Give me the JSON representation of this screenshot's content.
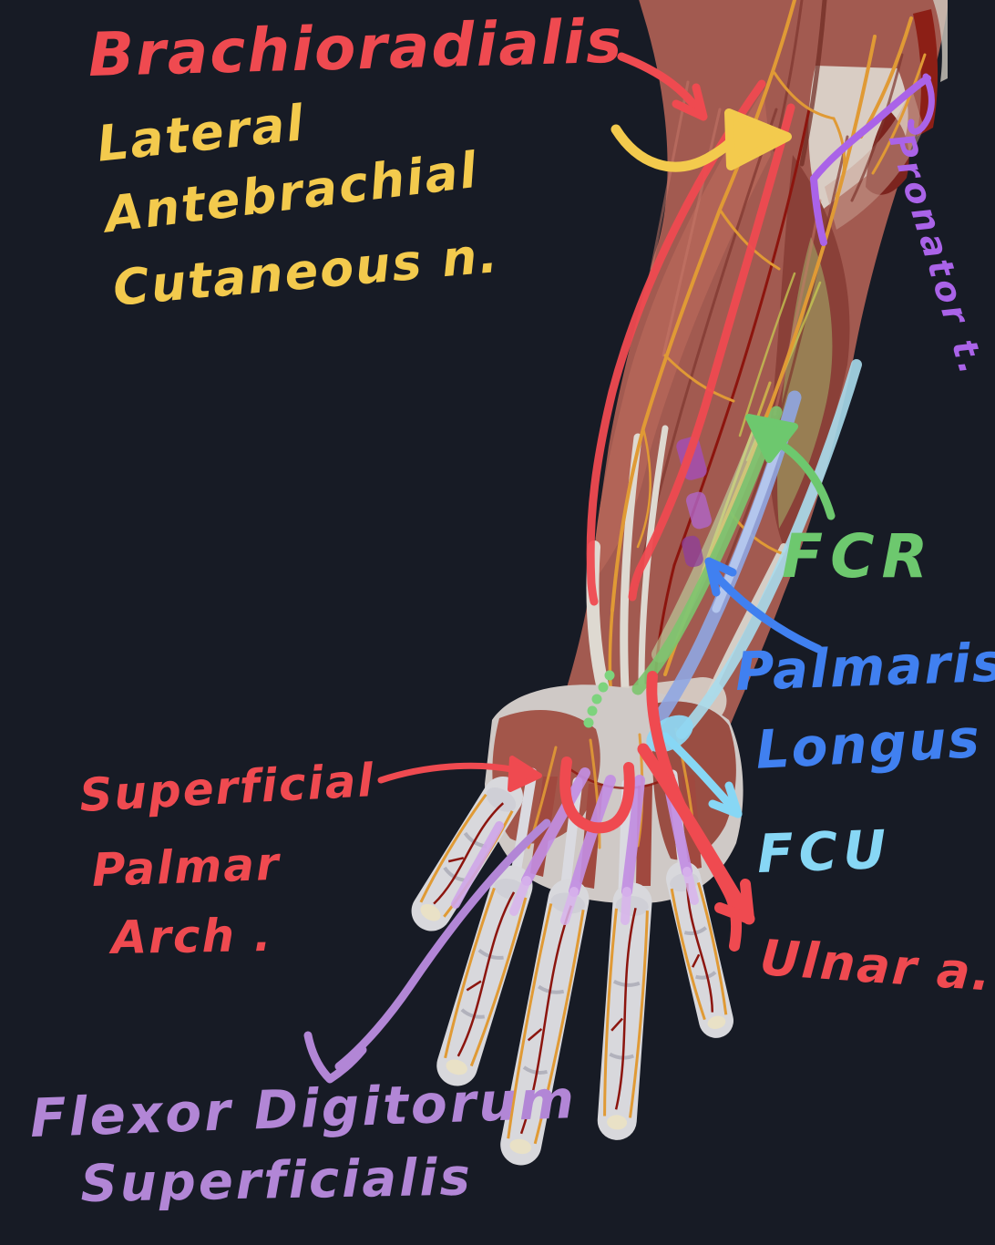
{
  "colors": {
    "background": "#171b25",
    "annotation_red": "#ef4a50",
    "annotation_yellow": "#f3ca4d",
    "annotation_purple": "#aa63e8",
    "annotation_lilac": "#b286d6",
    "annotation_green": "#6dc86e",
    "annotation_blue": "#4080f0",
    "annotation_lightblue": "#87d7f5"
  },
  "labels": {
    "brachioradialis": {
      "text": "Brachioradialis",
      "color": "#ef4a50"
    },
    "lateral_antebrachial_cutaneous": {
      "line1": "Lateral",
      "line2": "Antebrachial",
      "line3": "Cutaneous n.",
      "color": "#f3ca4d"
    },
    "pronator_teres": {
      "text": "Pronator t.",
      "color": "#aa63e8"
    },
    "fcr": {
      "text": "FCR",
      "color": "#6dc86e"
    },
    "palmaris_longus": {
      "line1": "Palmaris",
      "line2": "Longus",
      "color": "#4080f0"
    },
    "fcu": {
      "text": "FCU",
      "color": "#87d7f5"
    },
    "ulnar_artery": {
      "text": "Ulnar a.",
      "color": "#ef4a50"
    },
    "superficial_palmar_arch": {
      "line1": "Superficial",
      "line2": "Palmar",
      "line3": "Arch .",
      "color": "#ef4a50"
    },
    "flexor_digitorum_superficialis": {
      "line1": "Flexor Digitorum",
      "line2": "Superficialis",
      "color": "#b286d6"
    }
  }
}
